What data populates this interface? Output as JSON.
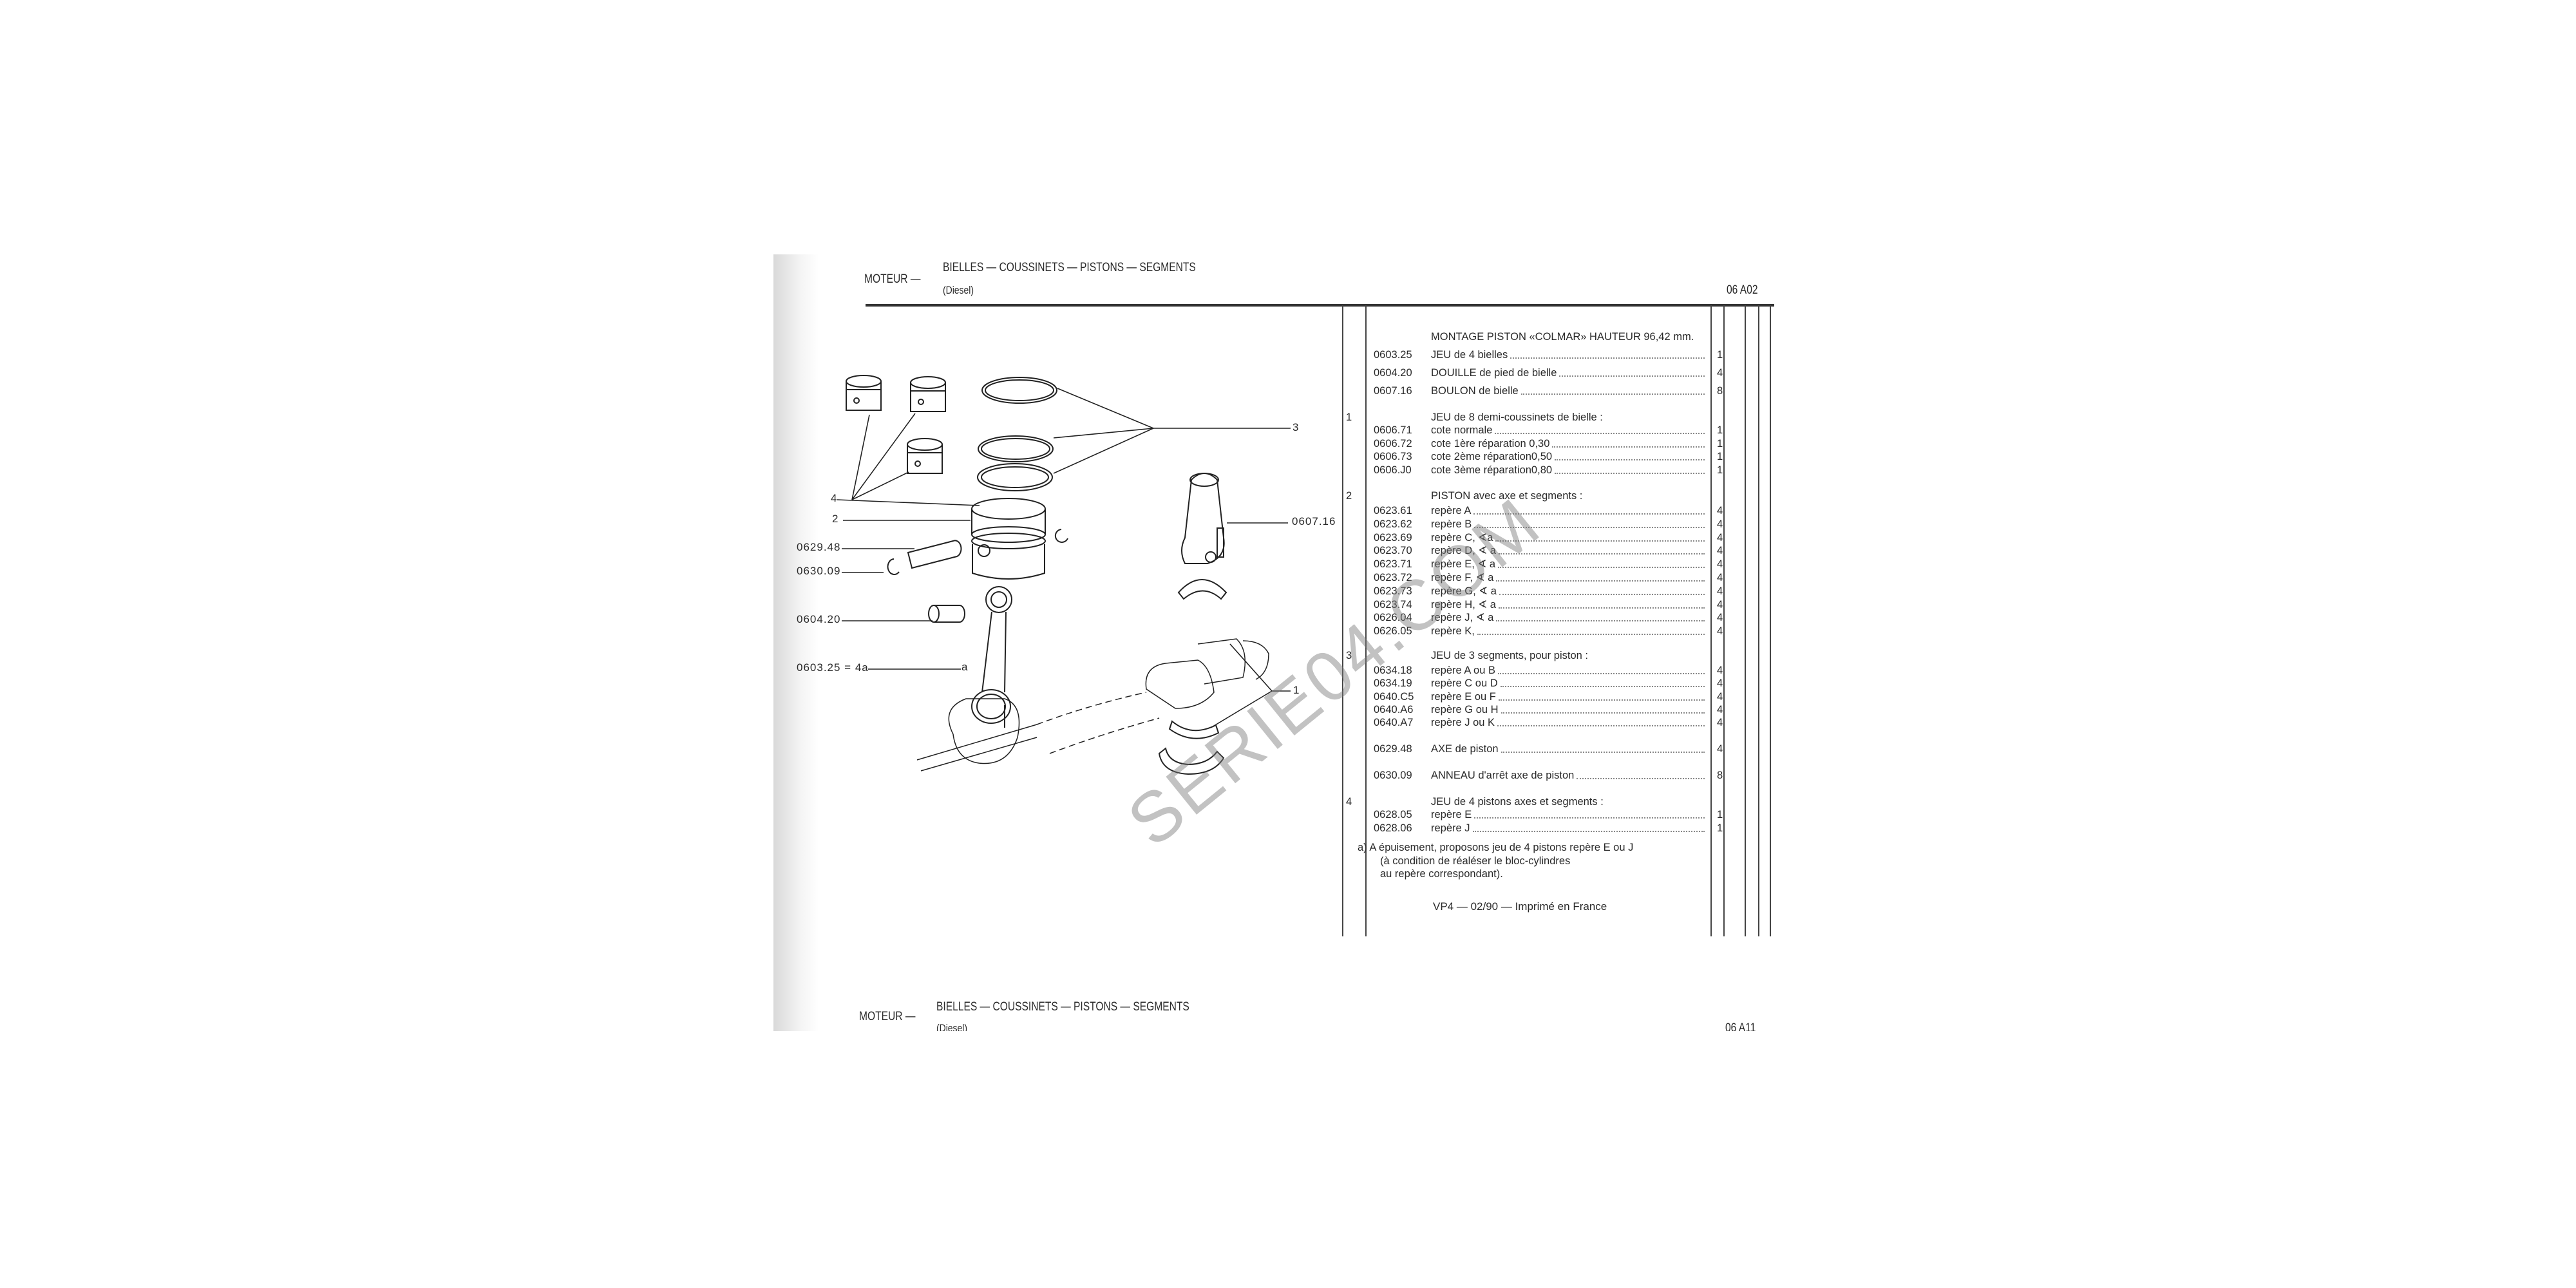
{
  "header": {
    "section": "MOTEUR —",
    "title": "BIELLES — COUSSINETS — PISTONS — SEGMENTS",
    "subtitle": "(Diesel)",
    "page_code": "06 A02"
  },
  "diagram": {
    "labels": {
      "l3": "3",
      "l4": "4",
      "l2": "2",
      "l1": "1",
      "axe": "0629.48",
      "anneau": "0630.09",
      "douille": "0604.20",
      "bielles": "0603.25 = 4a",
      "a": "a",
      "boulon": "0607.16"
    },
    "watermark": "SERIE04.COM"
  },
  "parts": [
    {
      "item": "",
      "ref": "",
      "desc": "MONTAGE PISTON «COLMAR» HAUTEUR 96,42 mm.",
      "qty": "",
      "head": true
    },
    {
      "item": "",
      "ref": "0603.25",
      "desc": "JEU de 4 bielles",
      "qty": "1"
    },
    {
      "item": "",
      "ref": "0604.20",
      "desc": "DOUILLE de pied de bielle",
      "qty": "4"
    },
    {
      "item": "",
      "ref": "0607.16",
      "desc": "BOULON de bielle",
      "qty": "8"
    },
    {
      "item": "1",
      "ref": "",
      "desc": "JEU de 8 demi-coussinets de bielle :",
      "qty": "",
      "head": true
    },
    {
      "item": "",
      "ref": "0606.71",
      "desc": "cote normale",
      "qty": "1"
    },
    {
      "item": "",
      "ref": "0606.72",
      "desc": "cote 1ère réparation  0,30",
      "qty": "1"
    },
    {
      "item": "",
      "ref": "0606.73",
      "desc": "cote 2ème réparation0,50",
      "qty": "1"
    },
    {
      "item": "",
      "ref": "0606.J0",
      "desc": "cote 3ème réparation0,80",
      "qty": "1"
    },
    {
      "item": "2",
      "ref": "",
      "desc": "PISTON avec axe et segments :",
      "qty": "",
      "head": true
    },
    {
      "item": "",
      "ref": "0623.61",
      "desc": "repère A",
      "qty": "4"
    },
    {
      "item": "",
      "ref": "0623.62",
      "desc": "repère B",
      "qty": "4"
    },
    {
      "item": "",
      "ref": "0623.69",
      "desc": "repère C, ∢a",
      "qty": "4"
    },
    {
      "item": "",
      "ref": "0623.70",
      "desc": "repère D, ∢ a",
      "qty": "4"
    },
    {
      "item": "",
      "ref": "0623.71",
      "desc": "repère E, ∢ a",
      "qty": "4"
    },
    {
      "item": "",
      "ref": "0623.72",
      "desc": "repère F, ∢ a",
      "qty": "4"
    },
    {
      "item": "",
      "ref": "0623.73",
      "desc": "repère G, ∢ a",
      "qty": "4"
    },
    {
      "item": "",
      "ref": "0623.74",
      "desc": "repère H, ∢ a",
      "qty": "4"
    },
    {
      "item": "",
      "ref": "0626.04",
      "desc": "repère J, ∢ a",
      "qty": "4"
    },
    {
      "item": "",
      "ref": "0626.05",
      "desc": "repère K,",
      "qty": "4"
    },
    {
      "item": "3",
      "ref": "",
      "desc": "JEU de 3 segments, pour piston :",
      "qty": "",
      "head": true
    },
    {
      "item": "",
      "ref": "0634.18",
      "desc": "repère A ou B",
      "qty": "4"
    },
    {
      "item": "",
      "ref": "0634.19",
      "desc": "repère C ou D",
      "qty": "4"
    },
    {
      "item": "",
      "ref": "0640.C5",
      "desc": "repère E ou F",
      "qty": "4"
    },
    {
      "item": "",
      "ref": "0640.A6",
      "desc": "repère G ou H",
      "qty": "4"
    },
    {
      "item": "",
      "ref": "0640.A7",
      "desc": "repère J ou K",
      "qty": "4"
    },
    {
      "item": "",
      "ref": "0629.48",
      "desc": "AXE de piston",
      "qty": "4"
    },
    {
      "item": "",
      "ref": "0630.09",
      "desc": "ANNEAU d'arrêt axe de piston",
      "qty": "8"
    },
    {
      "item": "4",
      "ref": "",
      "desc": "JEU de 4 pistons axes et segments :",
      "qty": "",
      "head": true
    },
    {
      "item": "",
      "ref": "0628.05",
      "desc": "repère E",
      "qty": "1"
    },
    {
      "item": "",
      "ref": "0628.06",
      "desc": "repère J",
      "qty": "1"
    }
  ],
  "note": [
    "a)  A épuisement, proposons jeu de 4 pistons repère E ou J",
    "(à condition de réaléser le bloc-cylindres",
    "au repère correspondant)."
  ],
  "footer": "VP4 — 02/90 — Imprimé en France",
  "next_page": {
    "section": "MOTEUR —",
    "title": "BIELLES — COUSSINETS — PISTONS — SEGMENTS",
    "subtitle": "(Diesel)",
    "page_code": "06 A11"
  }
}
